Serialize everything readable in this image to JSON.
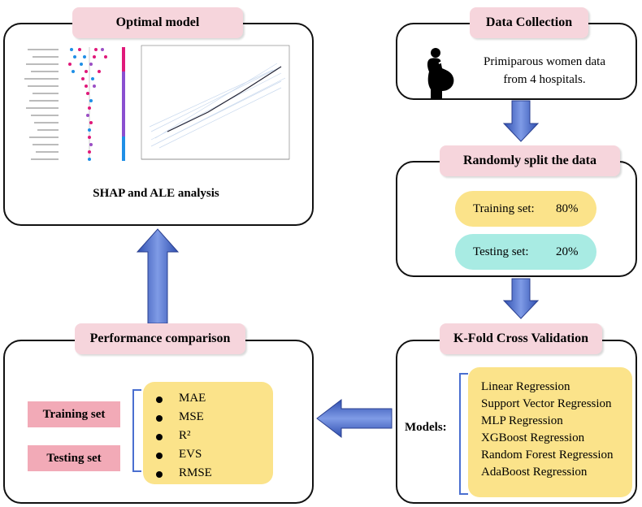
{
  "optimal_model": {
    "title": "Optimal model",
    "caption": "SHAP and ALE analysis"
  },
  "data_collection": {
    "title": "Data Collection",
    "line1": "Primiparous women data",
    "line2": "from 4 hospitals."
  },
  "split": {
    "title": "Randomly split the data",
    "training_label": "Training  set:",
    "training_value": "80%",
    "testing_label": "Testing set:",
    "testing_value": "20%"
  },
  "kfold": {
    "title": "K-Fold Cross Validation",
    "models_label": "Models:",
    "models": [
      "Linear Regression",
      "Support Vector Regression",
      "MLP Regression",
      "XGBoost Regression",
      "Random Forest Regression",
      "AdaBoost Regression"
    ]
  },
  "performance": {
    "title": "Performance comparison",
    "training_tag": "Training set",
    "testing_tag": "Testing set",
    "metrics": [
      "MAE",
      "MSE",
      "R²",
      "EVS",
      "RMSE"
    ]
  },
  "colors": {
    "tab_pink": "#f6d5dc",
    "tag_pink": "#f2aab7",
    "yellow": "#fbe38a",
    "teal": "#a8ebe3",
    "arrow_blue": "#4a6fd0"
  },
  "icons": [
    "pregnant-woman-icon",
    "arrow-down-icon",
    "arrow-up-icon",
    "arrow-left-icon"
  ]
}
